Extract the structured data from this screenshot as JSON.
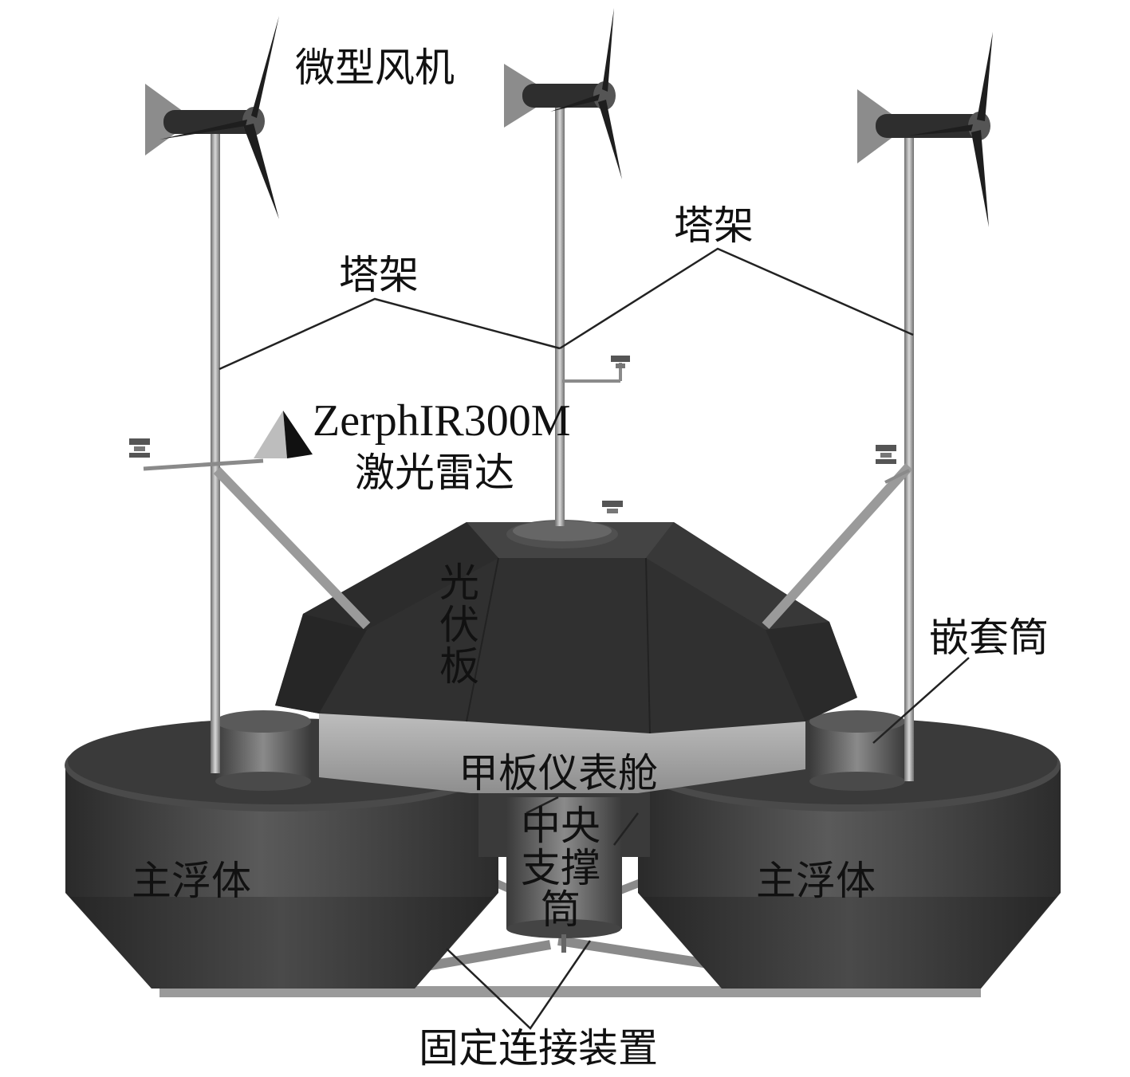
{
  "labels": {
    "micro_turbine": "微型风机",
    "tower_left": "塔架",
    "tower_right": "塔架",
    "lidar_model": "ZerphIR300M",
    "lidar_name": "激光雷达",
    "pv_panel": "光伏板",
    "sleeve": "嵌套筒",
    "deck_cabin": "甲板仪表舱",
    "central_column": "中央支撑筒",
    "float_left": "主浮体",
    "float_right": "主浮体",
    "fixed_connection": "固定连接装置"
  },
  "colors": {
    "float_dark": "#3a3a3a",
    "float_mid": "#555555",
    "panel": "#333333",
    "deck": "#a8a8a8",
    "mast": "#9a9a9a",
    "leader": "#222222",
    "text": "#111111"
  }
}
